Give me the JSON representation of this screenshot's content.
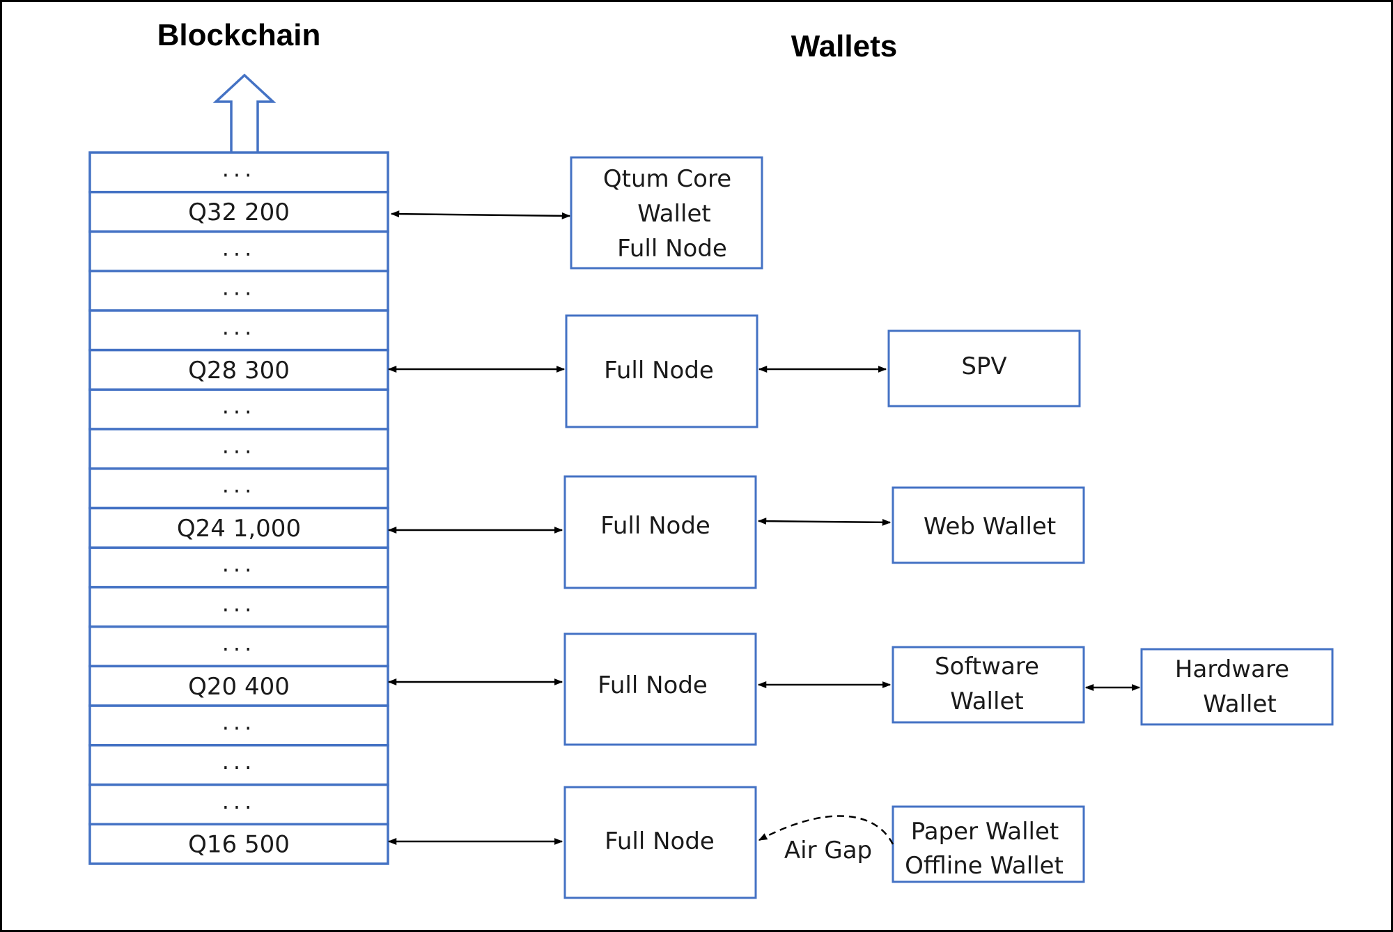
{
  "titles": {
    "blockchain": "Blockchain",
    "wallets": "Wallets"
  },
  "chain": [
    "...",
    "Q32 200",
    "...",
    "...",
    "...",
    "Q28  300",
    "...",
    "...",
    "...",
    "Q24  1,000",
    "...",
    "...",
    "...",
    "Q20  400",
    "...",
    "...",
    "...",
    "Q16  500"
  ],
  "nodes": {
    "qtum_core": [
      "Qtum Core",
      "Wallet",
      "Full Node"
    ],
    "full_node_1": "Full Node",
    "full_node_2": "Full Node",
    "full_node_3": "Full Node",
    "full_node_4": "Full Node"
  },
  "wallets": {
    "spv": "SPV",
    "web_wallet": "Web Wallet",
    "software_wallet": [
      "Software",
      "Wallet"
    ],
    "hardware_wallet": [
      "Hardware",
      "Wallet"
    ],
    "paper_wallet": [
      "Paper Wallet",
      "Offline Wallet"
    ]
  },
  "labels": {
    "air_gap": "Air Gap"
  },
  "colors": {
    "box_stroke": "#4472c4",
    "arrow": "#000000"
  }
}
